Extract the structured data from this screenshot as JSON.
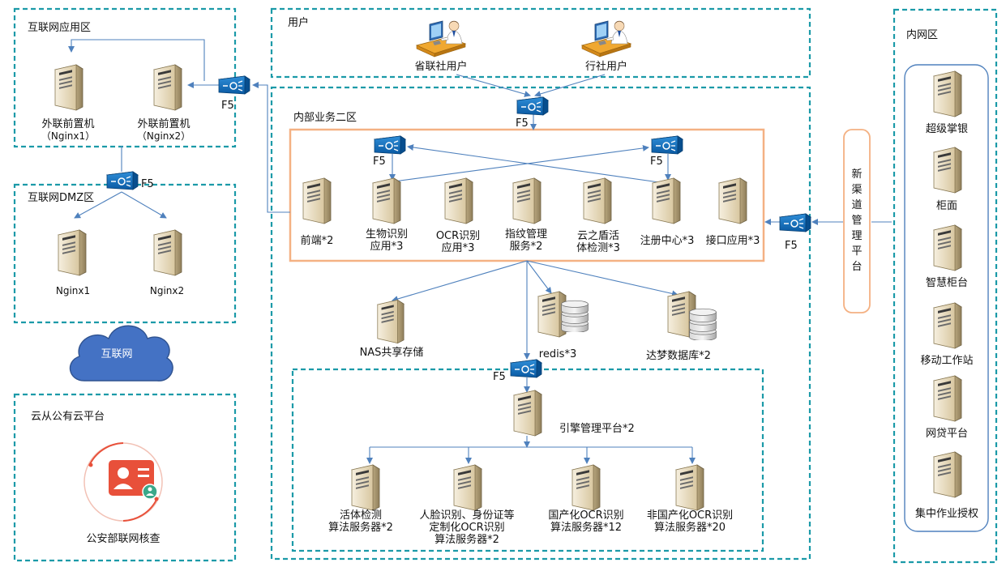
{
  "zones": {
    "internet_app": "互联网应用区",
    "internet_dmz": "互联网DMZ区",
    "cloud": "云从公有云平台",
    "users": "用户",
    "internal_biz": "内部业务二区",
    "intranet": "内网区"
  },
  "internet_label": "互联网",
  "f5_label": "F5",
  "users": {
    "province": "省联社用户",
    "branch": "行社用户"
  },
  "front_servers": [
    {
      "line1": "外联前置机",
      "line2": "（Nginx1）"
    },
    {
      "line1": "外联前置机",
      "line2": "（Nginx2）"
    }
  ],
  "dmz_servers": [
    "Nginx1",
    "Nginx2"
  ],
  "cloud_service": "公安部联网核查",
  "biz_apps": [
    {
      "line1": "前端*2",
      "line2": ""
    },
    {
      "line1": "生物识别",
      "line2": "应用*3"
    },
    {
      "line1": "OCR识别",
      "line2": "应用*3"
    },
    {
      "line1": "指纹管理",
      "line2": "服务*2"
    },
    {
      "line1": "云之盾活",
      "line2": "体检测*3"
    },
    {
      "line1": "注册中心*3",
      "line2": ""
    },
    {
      "line1": "接口应用*3",
      "line2": ""
    }
  ],
  "storage": {
    "nas": "NAS共享存储",
    "redis": "redis*3",
    "dameng": "达梦数据库*2"
  },
  "engine": "引擎管理平台*2",
  "algo_servers": [
    {
      "line1": "活体检测",
      "line2": "算法服务器*2",
      "line3": ""
    },
    {
      "line1": "人脸识别、身份证等",
      "line2": "定制化OCR识别",
      "line3": "算法服务器*2"
    },
    {
      "line1": "国产化OCR识别",
      "line2": "算法服务器*12",
      "line3": ""
    },
    {
      "line1": "非国产化OCR识别",
      "line2": "算法服务器*20",
      "line3": ""
    }
  ],
  "new_channel_platform": "新渠道管理平台",
  "intranet_systems": [
    "超级掌银",
    "柜面",
    "智慧柜台",
    "移动工作站",
    "网贷平台",
    "集中作业授权"
  ],
  "colors": {
    "zone_border": "#1b9aa8",
    "line": "#4f81bd",
    "orange": "#f4b183",
    "cloud_fill": "#4472c4",
    "f5_fill": "#0070c0",
    "server_body": "#e9dcc0",
    "red_icon": "#e8503a"
  }
}
